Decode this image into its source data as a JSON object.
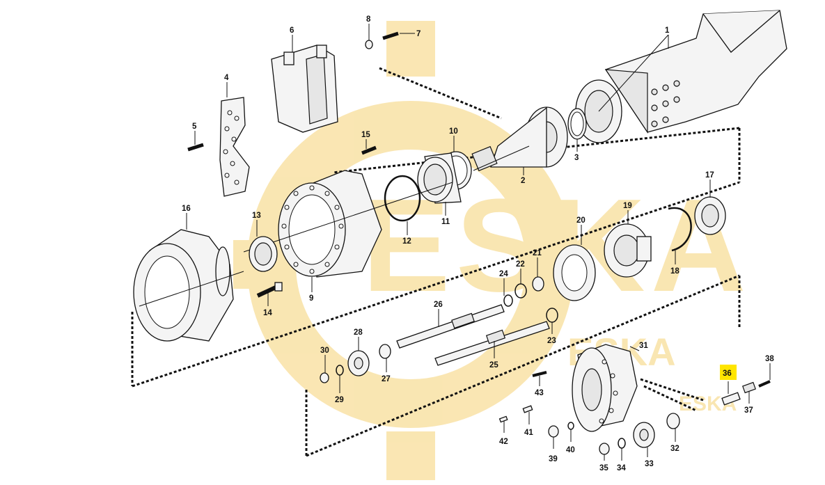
{
  "watermark": {
    "main": "ESKA",
    "small_1": "ESKA",
    "small_2": "ESKA",
    "color": "#f3c44a"
  },
  "highlight_color": "#ffe500",
  "callouts": [
    {
      "id": "1",
      "label": "1"
    },
    {
      "id": "2",
      "label": "2"
    },
    {
      "id": "3",
      "label": "3"
    },
    {
      "id": "4",
      "label": "4"
    },
    {
      "id": "5",
      "label": "5"
    },
    {
      "id": "6",
      "label": "6"
    },
    {
      "id": "7",
      "label": "7"
    },
    {
      "id": "8",
      "label": "8"
    },
    {
      "id": "9",
      "label": "9"
    },
    {
      "id": "10",
      "label": "10"
    },
    {
      "id": "11",
      "label": "11"
    },
    {
      "id": "12",
      "label": "12"
    },
    {
      "id": "13",
      "label": "13"
    },
    {
      "id": "14",
      "label": "14"
    },
    {
      "id": "15",
      "label": "15"
    },
    {
      "id": "16",
      "label": "16"
    },
    {
      "id": "17",
      "label": "17"
    },
    {
      "id": "18",
      "label": "18"
    },
    {
      "id": "19",
      "label": "19"
    },
    {
      "id": "20",
      "label": "20"
    },
    {
      "id": "21",
      "label": "21"
    },
    {
      "id": "22",
      "label": "22"
    },
    {
      "id": "23",
      "label": "23"
    },
    {
      "id": "24",
      "label": "24"
    },
    {
      "id": "25",
      "label": "25"
    },
    {
      "id": "26",
      "label": "26"
    },
    {
      "id": "27",
      "label": "27"
    },
    {
      "id": "28",
      "label": "28"
    },
    {
      "id": "29",
      "label": "29"
    },
    {
      "id": "30",
      "label": "30"
    },
    {
      "id": "31",
      "label": "31"
    },
    {
      "id": "32",
      "label": "32"
    },
    {
      "id": "33",
      "label": "33"
    },
    {
      "id": "34",
      "label": "34"
    },
    {
      "id": "35",
      "label": "35"
    },
    {
      "id": "36",
      "label": "36",
      "highlighted": true
    },
    {
      "id": "37",
      "label": "37"
    },
    {
      "id": "38",
      "label": "38"
    },
    {
      "id": "39",
      "label": "39"
    },
    {
      "id": "40",
      "label": "40"
    },
    {
      "id": "41",
      "label": "41"
    },
    {
      "id": "42",
      "label": "42"
    },
    {
      "id": "43",
      "label": "43"
    }
  ]
}
